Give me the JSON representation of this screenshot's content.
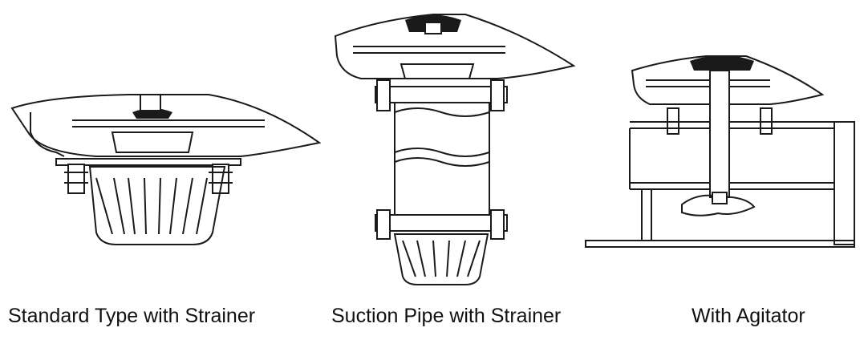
{
  "figures": [
    {
      "id": "standard",
      "caption": "Standard Type with Strainer"
    },
    {
      "id": "suction",
      "caption": "Suction Pipe with Strainer"
    },
    {
      "id": "agitator",
      "caption": "With Agitator"
    }
  ],
  "colors": {
    "line": "#1a1a1a",
    "background": "#ffffff"
  }
}
